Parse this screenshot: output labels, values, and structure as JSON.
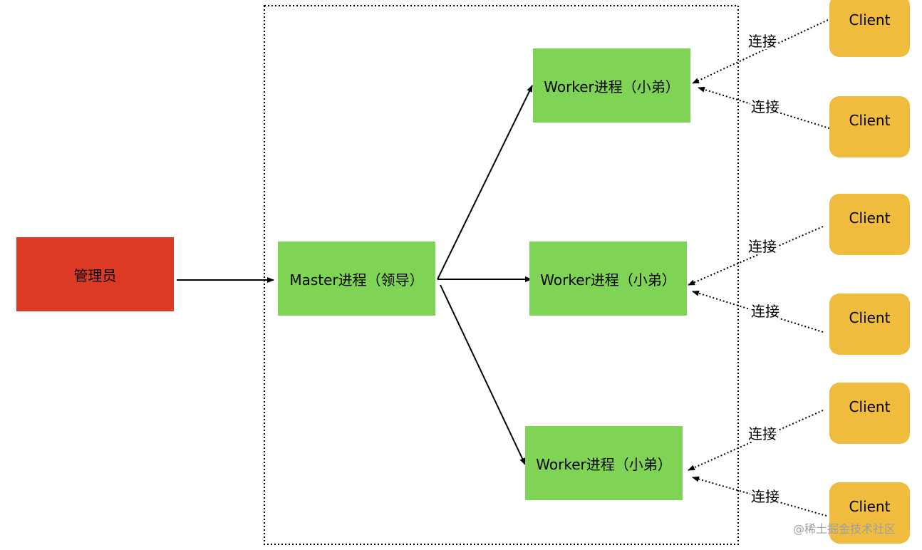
{
  "nodes": {
    "admin": "管理员",
    "master": "Master进程（领导）",
    "workers": [
      "Worker进程（小弟）",
      "Worker进程（小弟）",
      "Worker进程（小弟）"
    ],
    "clients": [
      "Client",
      "Client",
      "Client",
      "Client",
      "Client",
      "Client"
    ]
  },
  "connection_labels": [
    "连接",
    "连接",
    "连接",
    "连接",
    "连接",
    "连接"
  ],
  "watermark": "@稀土掘金技术社区",
  "colors": {
    "admin": "#dd3a25",
    "process": "#80d455",
    "client": "#efbc3d",
    "edge": "#000000",
    "watermark": "#9aa0a6"
  }
}
